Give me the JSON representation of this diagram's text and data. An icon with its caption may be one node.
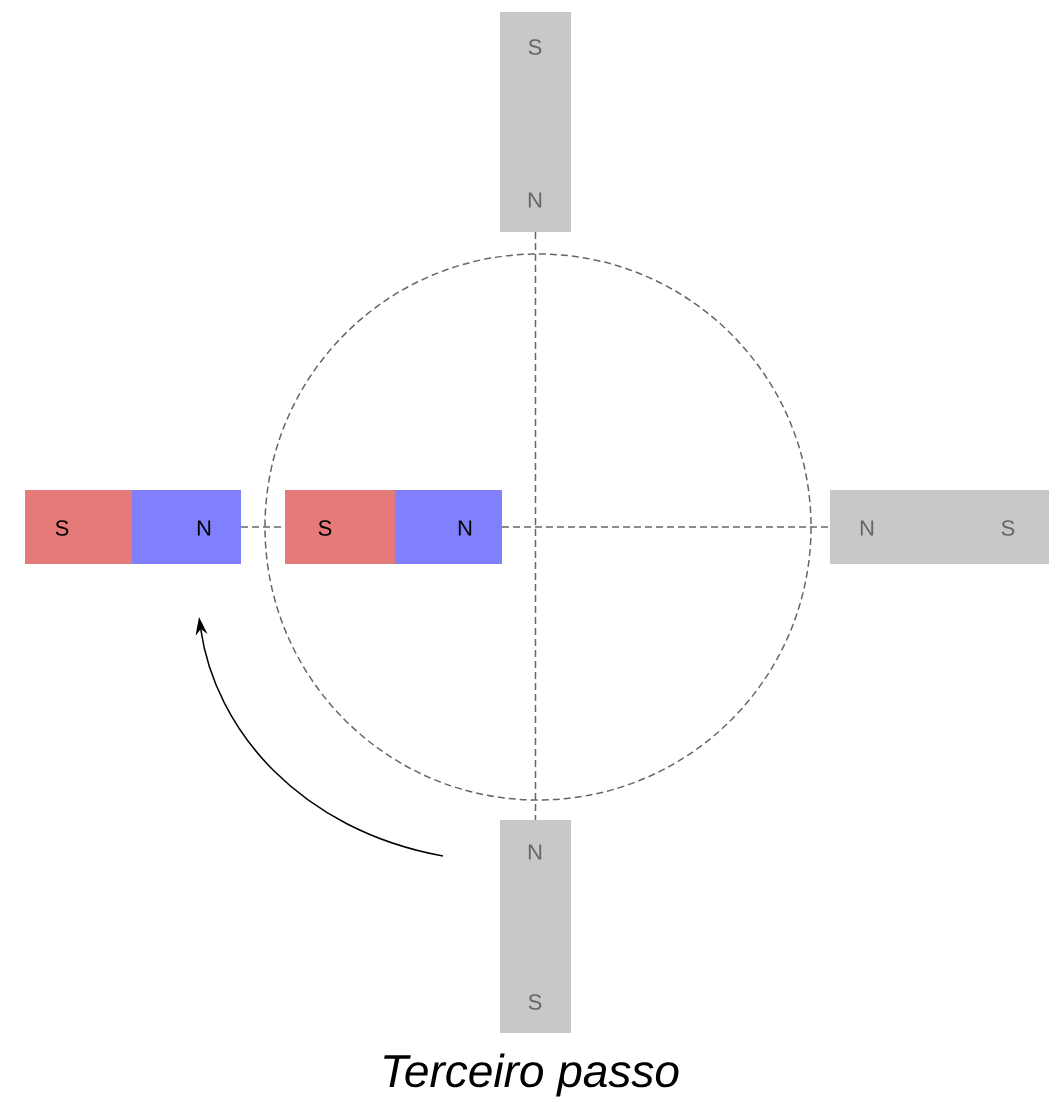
{
  "diagram": {
    "caption": "Terceiro passo",
    "nodes": [
      {
        "text": [
          "S"
        ]
      },
      {
        "text": [
          "N"
        ]
      },
      {
        "text": [
          "S"
        ]
      },
      {
        "text": [
          "N"
        ]
      },
      {
        "text": [
          "S"
        ]
      },
      {
        "text": [
          "N"
        ]
      },
      {
        "text": [
          "N"
        ]
      },
      {
        "text": [
          "S"
        ]
      },
      {
        "text": [
          "N"
        ]
      },
      {
        "text": [
          "S"
        ]
      }
    ],
    "edges": [
      {
        "from": 1,
        "to": 8,
        "arrow": "none",
        "style": "dashed"
      },
      {
        "from": 3,
        "to": 4,
        "arrow": "none",
        "style": "dashed"
      },
      {
        "from": 5,
        "to": 6,
        "arrow": "none",
        "style": "dashed"
      }
    ]
  }
}
